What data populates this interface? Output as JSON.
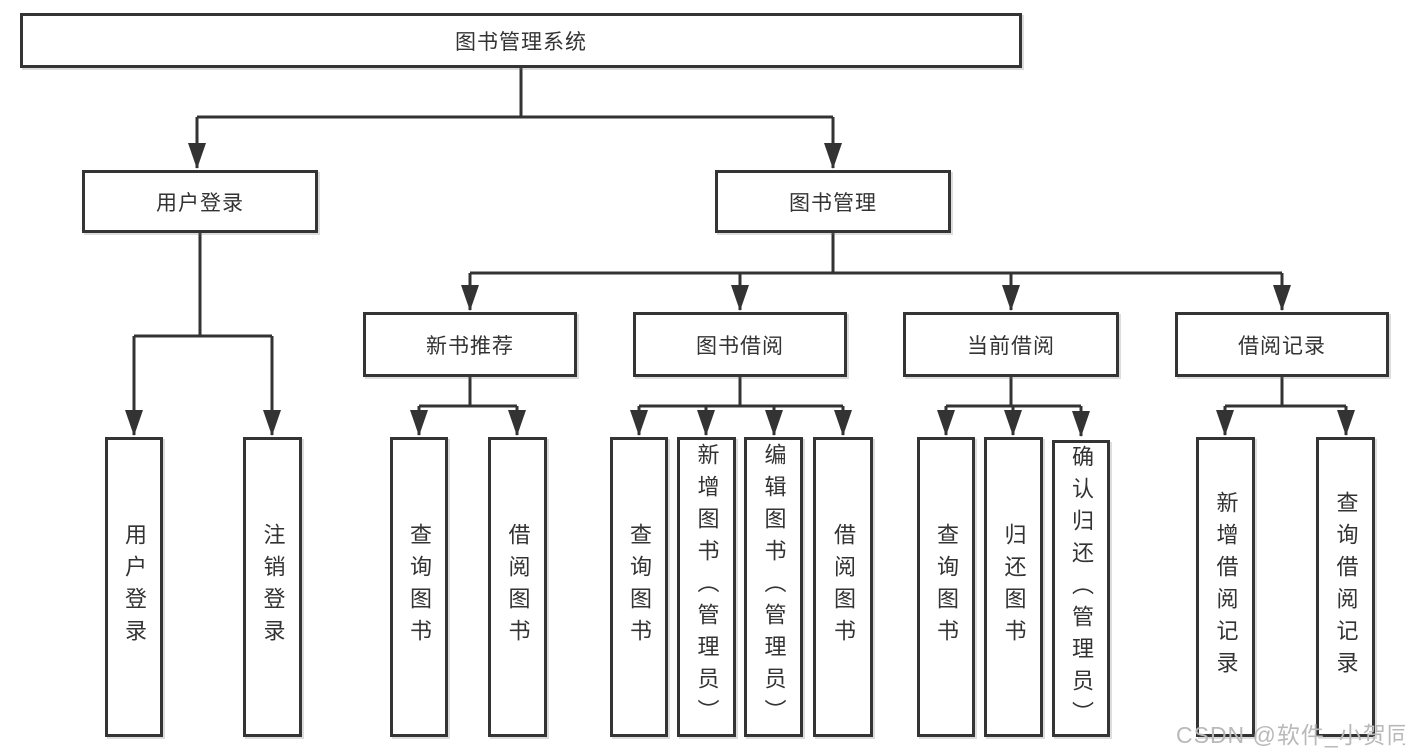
{
  "diagram": {
    "type": "hierarchy-tree",
    "title": "图书管理系统",
    "nodes": {
      "root": "图书管理系统",
      "user_login": "用户登录",
      "book_mgmt": "图书管理",
      "new_book_rec": "新书推荐",
      "book_borrow": "图书借阅",
      "current_borrow": "当前借阅",
      "borrow_records": "借阅记录",
      "leaf_user_login": "用户登录",
      "leaf_logout": "注销登录",
      "leaf_query_books_1": "查询图书",
      "leaf_borrow_books_1": "借阅图书",
      "leaf_query_books_2": "查询图书",
      "leaf_add_books": "新增图书（管理员）",
      "leaf_edit_books": "编辑图书（管理员）",
      "leaf_borrow_books_2": "借阅图书",
      "leaf_query_books_3": "查询图书",
      "leaf_return_books": "归还图书",
      "leaf_confirm_return": "确认归还（管理员）",
      "leaf_add_borrow_record": "新增借阅记录",
      "leaf_query_borrow_record": "查询借阅记录"
    },
    "edges": [
      [
        "图书管理系统",
        "用户登录"
      ],
      [
        "图书管理系统",
        "图书管理"
      ],
      [
        "用户登录",
        "用户登录"
      ],
      [
        "用户登录",
        "注销登录"
      ],
      [
        "图书管理",
        "新书推荐"
      ],
      [
        "图书管理",
        "图书借阅"
      ],
      [
        "图书管理",
        "当前借阅"
      ],
      [
        "图书管理",
        "借阅记录"
      ],
      [
        "新书推荐",
        "查询图书"
      ],
      [
        "新书推荐",
        "借阅图书"
      ],
      [
        "图书借阅",
        "查询图书"
      ],
      [
        "图书借阅",
        "新增图书（管理员）"
      ],
      [
        "图书借阅",
        "编辑图书（管理员）"
      ],
      [
        "图书借阅",
        "借阅图书"
      ],
      [
        "当前借阅",
        "查询图书"
      ],
      [
        "当前借阅",
        "归还图书"
      ],
      [
        "当前借阅",
        "确认归还（管理员）"
      ],
      [
        "借阅记录",
        "新增借阅记录"
      ],
      [
        "借阅记录",
        "查询借阅记录"
      ]
    ],
    "colors": {
      "line": "#333333",
      "box_border": "#343434",
      "box_bg": "#ffffff",
      "text": "#333333"
    }
  },
  "watermark": {
    "text": "CSDN @软件_小贺同学",
    "color": "#b9b9b9"
  }
}
